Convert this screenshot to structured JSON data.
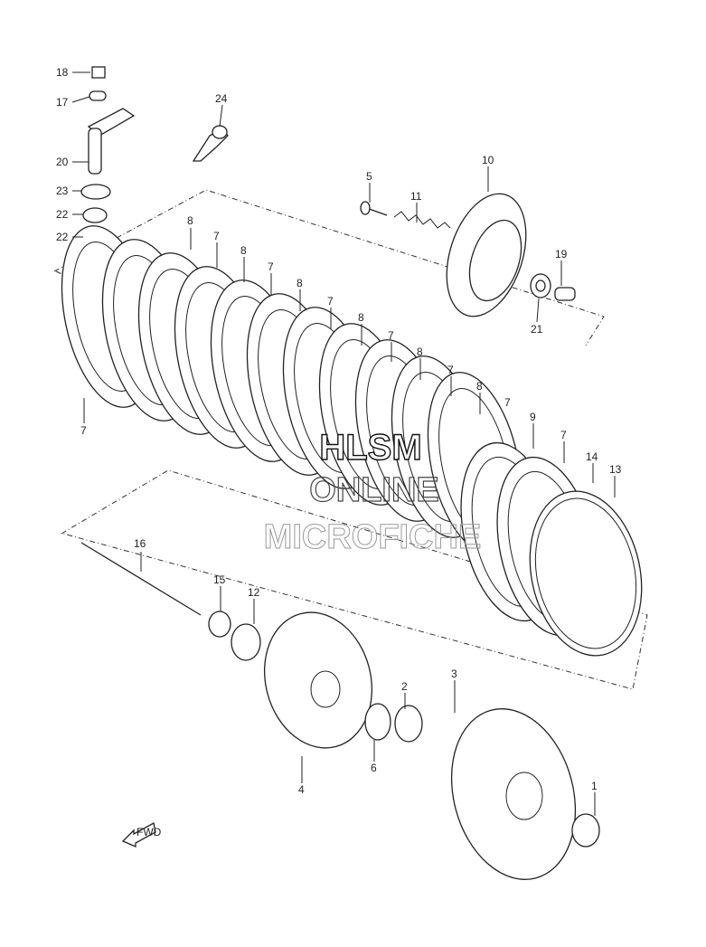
{
  "callouts": [
    {
      "id": "c18",
      "label": "18"
    },
    {
      "id": "c17",
      "label": "17"
    },
    {
      "id": "c20",
      "label": "20"
    },
    {
      "id": "c23",
      "label": "23"
    },
    {
      "id": "c22a",
      "label": "22"
    },
    {
      "id": "c22b",
      "label": "22"
    },
    {
      "id": "c24",
      "label": "24"
    },
    {
      "id": "c5",
      "label": "5"
    },
    {
      "id": "c11",
      "label": "11"
    },
    {
      "id": "c10",
      "label": "10"
    },
    {
      "id": "c19",
      "label": "19"
    },
    {
      "id": "c21",
      "label": "21"
    },
    {
      "id": "c8a",
      "label": "8"
    },
    {
      "id": "c7a",
      "label": "7"
    },
    {
      "id": "c8b",
      "label": "8"
    },
    {
      "id": "c7b",
      "label": "7"
    },
    {
      "id": "c8c",
      "label": "8"
    },
    {
      "id": "c7c",
      "label": "7"
    },
    {
      "id": "c8d",
      "label": "8"
    },
    {
      "id": "c7d",
      "label": "7"
    },
    {
      "id": "c8e",
      "label": "8"
    },
    {
      "id": "c7e",
      "label": "7"
    },
    {
      "id": "c8f",
      "label": "8"
    },
    {
      "id": "c7f",
      "label": "7"
    },
    {
      "id": "c9",
      "label": "9"
    },
    {
      "id": "c7g",
      "label": "7"
    },
    {
      "id": "c14",
      "label": "14"
    },
    {
      "id": "c13",
      "label": "13"
    },
    {
      "id": "c7h",
      "label": "7"
    },
    {
      "id": "c16",
      "label": "16"
    },
    {
      "id": "c15",
      "label": "15"
    },
    {
      "id": "c12",
      "label": "12"
    },
    {
      "id": "c4",
      "label": "4"
    },
    {
      "id": "c6",
      "label": "6"
    },
    {
      "id": "c2",
      "label": "2"
    },
    {
      "id": "c3",
      "label": "3"
    },
    {
      "id": "c1",
      "label": "1"
    }
  ],
  "watermark": {
    "line1": "HLSM",
    "line2": "ONLINE",
    "line3": "MICROFICHE"
  },
  "fwd_label": "FWD"
}
